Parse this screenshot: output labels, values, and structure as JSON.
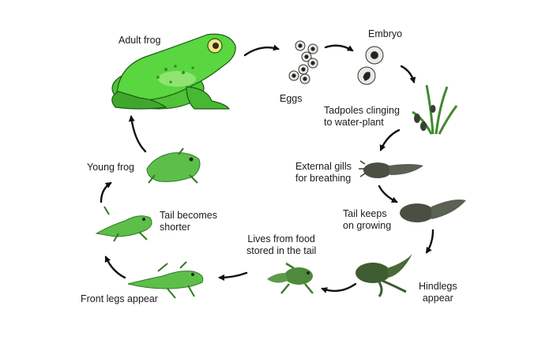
{
  "stages": {
    "adult_frog": "Adult frog",
    "eggs": "Eggs",
    "embryo": "Embryo",
    "tadpoles_l1": "Tadpoles clinging",
    "tadpoles_l2": "to water-plant",
    "gills_l1": "External gills",
    "gills_l2": "for breathing",
    "tail_growing_l1": "Tail keeps",
    "tail_growing_l2": "on growing",
    "hindlegs_l1": "Hindlegs",
    "hindlegs_l2": "appear",
    "food_l1": "Lives from food",
    "food_l2": "stored in the tail",
    "front_legs": "Front legs appear",
    "tail_shorter_l1": "Tail becomes",
    "tail_shorter_l2": "shorter",
    "young_frog": "Young frog"
  },
  "colors": {
    "frog_green": "#55cf3c",
    "frog_dark": "#2f8e22",
    "froglet_green": "#5dbf4a",
    "tadpole": "#3a3f36",
    "plant": "#3f8a2c",
    "arrow": "#111111"
  }
}
